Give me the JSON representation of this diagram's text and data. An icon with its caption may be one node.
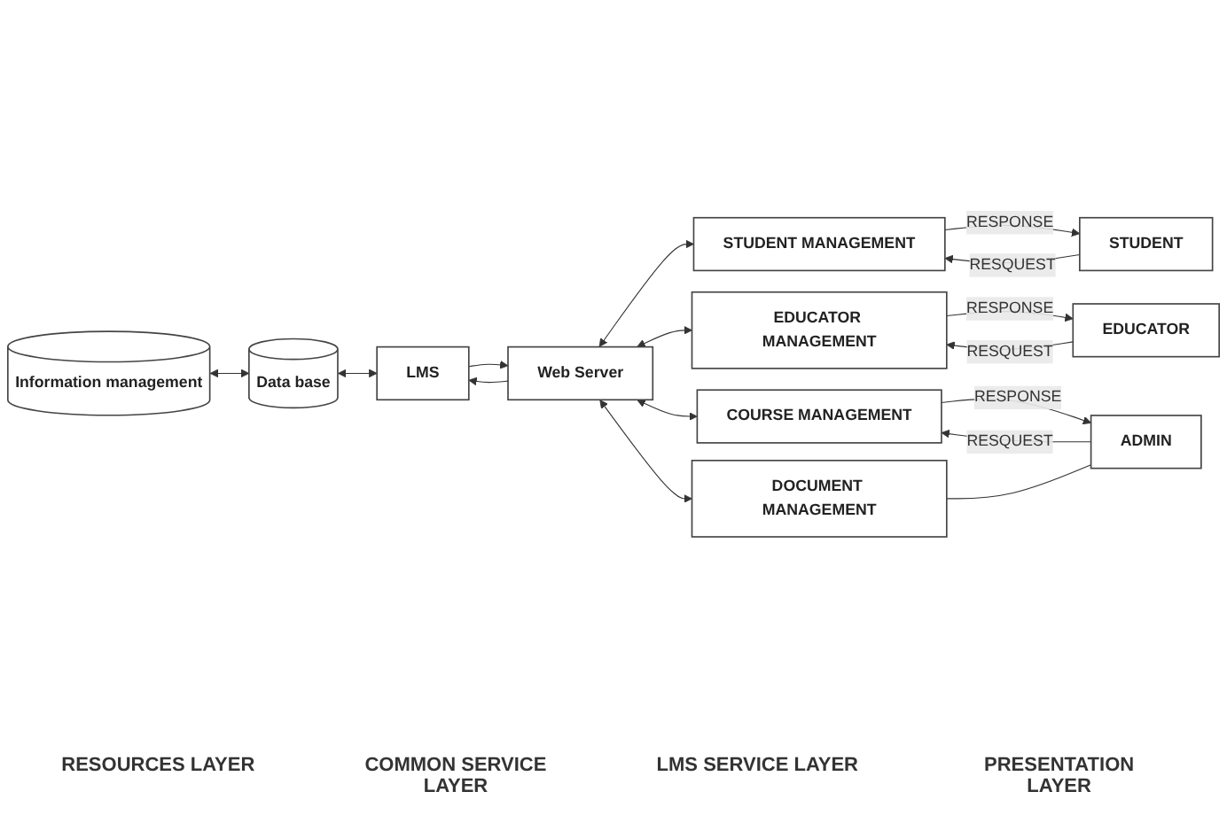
{
  "diagram": {
    "nodes": [
      {
        "text": [
          "Information management"
        ]
      },
      {
        "text": [
          "Data base"
        ]
      },
      {
        "text": [
          "LMS"
        ]
      },
      {
        "text": [
          "Web Server"
        ]
      },
      {
        "text": [
          "STUDENT MANAGEMENT"
        ]
      },
      {
        "text": [
          "EDUCATOR MANAGEMENT"
        ]
      },
      {
        "text": [
          "COURSE MANAGEMENT"
        ]
      },
      {
        "text": [
          "DOCUMENT MANAGEMENT"
        ]
      },
      {
        "text": [
          "STUDENT"
        ]
      },
      {
        "text": [
          "EDUCATOR"
        ]
      },
      {
        "text": [
          "ADMIN"
        ]
      }
    ],
    "edges": [
      {
        "from": 0,
        "to": 1,
        "arrow": "both"
      },
      {
        "from": 1,
        "to": 2,
        "arrow": "both"
      },
      {
        "from": 2,
        "to": 3,
        "arrow": "to"
      },
      {
        "from": 3,
        "to": 2,
        "arrow": "to"
      },
      {
        "from": 3,
        "to": 4,
        "arrow": "both"
      },
      {
        "from": 3,
        "to": 5,
        "arrow": "both"
      },
      {
        "from": 3,
        "to": 6,
        "arrow": "both"
      },
      {
        "from": 3,
        "to": 7,
        "arrow": "both"
      },
      {
        "from": 8,
        "to": 4,
        "arrow": "to",
        "label": "RESQUEST"
      },
      {
        "from": 4,
        "to": 8,
        "arrow": "to",
        "label": "RESPONSE"
      },
      {
        "from": 9,
        "to": 5,
        "arrow": "to",
        "label": "RESQUEST"
      },
      {
        "from": 5,
        "to": 9,
        "arrow": "to",
        "label": "RESPONSE"
      },
      {
        "from": 10,
        "to": 6,
        "arrow": "to",
        "label": "RESQUEST"
      },
      {
        "from": 6,
        "to": 10,
        "arrow": "to",
        "label": "RESPONSE"
      },
      {
        "from": 7,
        "to": 10,
        "arrow": "none"
      }
    ],
    "labels": [
      "RESOURCES LAYER",
      "COMMON SERVICE LAYER",
      "LMS SERVICE LAYER",
      "PRESENTATION LAYER"
    ]
  }
}
